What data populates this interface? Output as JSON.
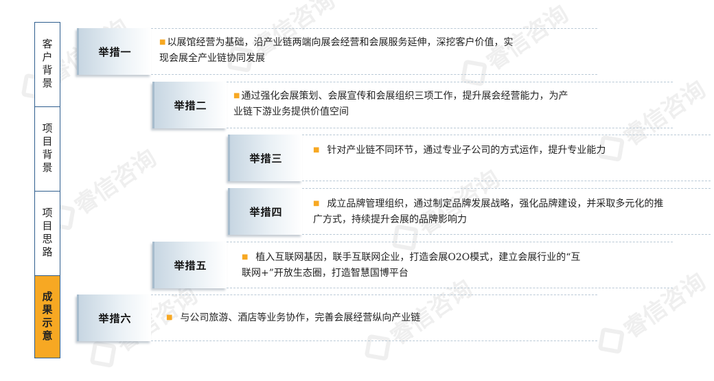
{
  "nav": {
    "items": [
      {
        "label": "客户背景",
        "active": false
      },
      {
        "label": "项目背景",
        "active": false
      },
      {
        "label": "项目思路",
        "active": false
      },
      {
        "label": "成果示意",
        "active": true
      }
    ]
  },
  "measures": [
    {
      "label": "举措一",
      "text": "以展馆经营为基础，沿产业链两端向展会经营和会展服务延伸，深挖客户价值，实现会展全产业链协同发展"
    },
    {
      "label": "举措二",
      "text": "通过强化会展策划、会展宣传和会展组织三项工作，提升展会经营能力，为产业链下游业务提供价值空间"
    },
    {
      "label": "举措三",
      "text": "针对产业链不同环节，通过专业子公司的方式运作，提升专业能力"
    },
    {
      "label": "举措四",
      "text": "成立品牌管理组织，通过制定品牌发展战略，强化品牌建设，并采取多元化的推广方式，持续提升会展的品牌影响力"
    },
    {
      "label": "举措五",
      "text": "植入互联网基因，联手互联网企业，打造会展O2O模式，建立会展行业的“互联网+”开放生态圈，打造智慧国博平台"
    },
    {
      "label": "举措六",
      "text": "与公司旅游、酒店等业务协作，完善会展经营纵向产业链"
    }
  ],
  "watermark": "睿信咨询",
  "colors": {
    "accent": "#f7a823",
    "nav_border": "#2e5e8e",
    "label_bg": "#c7d6e2"
  }
}
